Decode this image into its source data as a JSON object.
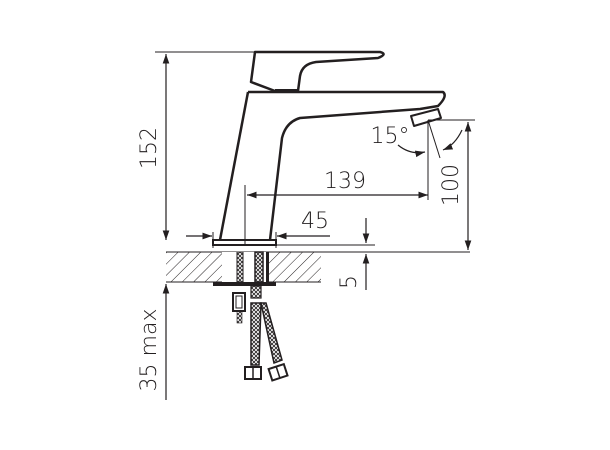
{
  "drawing": {
    "title": "Basin faucet technical dimension drawing",
    "stroke_color": "#231f20",
    "background": "#ffffff",
    "units": "mm"
  },
  "dimensions": {
    "total_height": "152",
    "spout_reach": "139",
    "base_diameter": "45",
    "spout_height": "100",
    "spout_angle": "15°",
    "base_plate_thickness": "5",
    "counter_thickness": "35 max"
  }
}
